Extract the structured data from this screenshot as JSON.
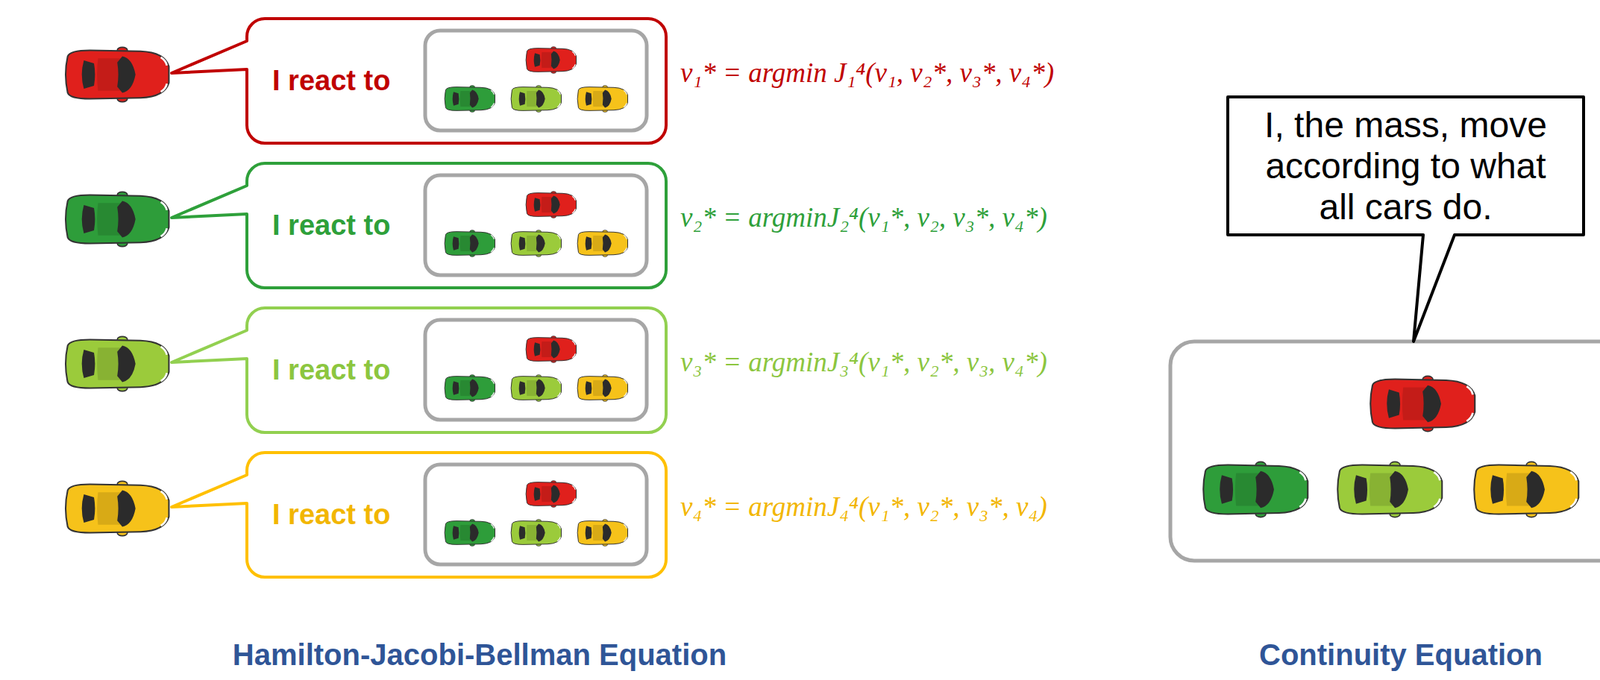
{
  "diagram": {
    "nodes": [
      {
        "text": [
          "I react to"
        ]
      },
      {
        "text": [
          "I react to"
        ]
      },
      {
        "text": [
          "I react to"
        ]
      },
      {
        "text": [
          "I react to"
        ]
      },
      {
        "text": [
          "I, the mass, move according to what all cars do."
        ]
      }
    ],
    "labels": [
      "v₁* = argmin J₁⁴(v₁, v₂*, v₃*, v₄*)",
      "v₂* = argminJ₂⁴(v₁*, v₂, v₃*, v₄*)",
      "v₃* = argminJ₃⁴(v₁*, v₂*, v₃, v₄*)",
      "v₄* = argminJ₄⁴(v₁*, v₂*, v₃*, v₄)",
      "Hamilton-Jacobi-Bellman Equation",
      "Continuity Equation"
    ]
  }
}
